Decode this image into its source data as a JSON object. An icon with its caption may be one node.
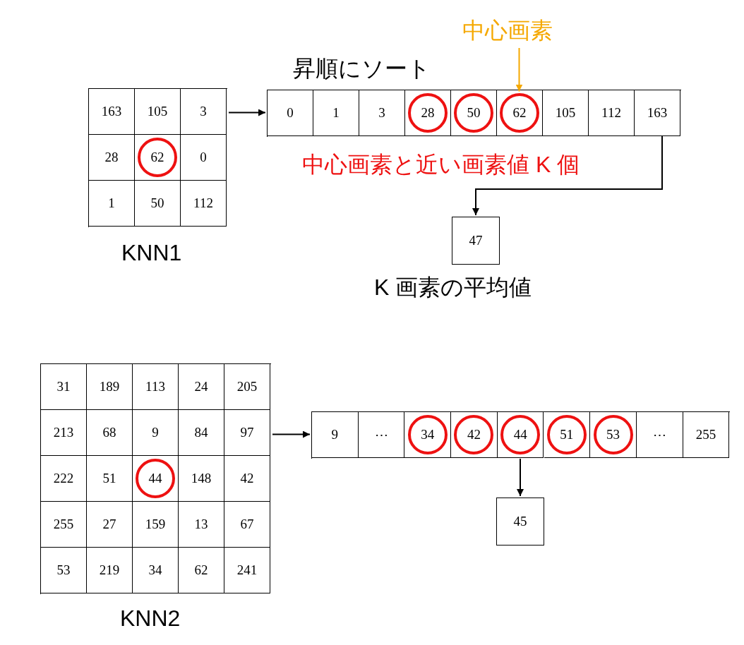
{
  "diagram": {
    "nodes": [
      {
        "text": [
          "中心画素"
        ]
      },
      {
        "text": [],
        "shape": "box",
        "beside": [
          "KNN1"
        ]
      },
      {
        "text": [
          "163"
        ],
        "in": 1
      },
      {
        "text": [
          "105"
        ],
        "in": 1
      },
      {
        "text": [
          "3"
        ],
        "in": 1
      },
      {
        "text": [
          "28"
        ],
        "in": 1
      },
      {
        "text": [],
        "shape": "box",
        "in": 1
      },
      {
        "text": [
          "62"
        ],
        "in": 6
      },
      {
        "text": [
          "0"
        ],
        "in": 1
      },
      {
        "text": [
          "1"
        ],
        "in": 1
      },
      {
        "text": [
          "50"
        ],
        "in": 1
      },
      {
        "text": [
          "112"
        ],
        "in": 1
      },
      {
        "text": [],
        "shape": "box",
        "beside": [
          "昇順にソート"
        ]
      },
      {
        "text": [
          "0"
        ],
        "in": 12
      },
      {
        "text": [
          "1"
        ],
        "in": 12
      },
      {
        "text": [
          "3"
        ],
        "in": 12
      },
      {
        "text": [],
        "shape": "box",
        "in": 12
      },
      {
        "text": [
          "28"
        ],
        "in": 16
      },
      {
        "text": [],
        "shape": "box",
        "in": 12
      },
      {
        "text": [
          "50"
        ],
        "in": 18
      },
      {
        "text": [],
        "shape": "box",
        "in": 12
      },
      {
        "text": [
          "62"
        ],
        "in": 20
      },
      {
        "text": [
          "105"
        ],
        "in": 12
      },
      {
        "text": [
          "112"
        ],
        "in": 12
      },
      {
        "text": [
          "163"
        ],
        "in": 12
      },
      {
        "text": [
          "47"
        ],
        "beside": [
          "K 画素の平均値"
        ]
      },
      {
        "text": [],
        "shape": "box",
        "beside": [
          "KNN2"
        ]
      },
      {
        "text": [
          "31"
        ],
        "in": 26
      },
      {
        "text": [
          "189"
        ],
        "in": 26
      },
      {
        "text": [
          "113"
        ],
        "in": 26
      },
      {
        "text": [
          "24"
        ],
        "in": 26
      },
      {
        "text": [
          "205"
        ],
        "in": 26
      },
      {
        "text": [
          "213"
        ],
        "in": 26
      },
      {
        "text": [
          "68"
        ],
        "in": 26
      },
      {
        "text": [
          "9"
        ],
        "in": 26
      },
      {
        "text": [
          "84"
        ],
        "in": 26
      },
      {
        "text": [
          "97"
        ],
        "in": 26
      },
      {
        "text": [
          "222"
        ],
        "in": 26
      },
      {
        "text": [
          "51"
        ],
        "in": 26
      },
      {
        "text": [],
        "shape": "box",
        "in": 26
      },
      {
        "text": [
          "44"
        ],
        "in": 39
      },
      {
        "text": [
          "148"
        ],
        "in": 26
      },
      {
        "text": [
          "42"
        ],
        "in": 26
      },
      {
        "text": [
          "255"
        ],
        "in": 26
      },
      {
        "text": [
          "27"
        ],
        "in": 26
      },
      {
        "text": [
          "159"
        ],
        "in": 26
      },
      {
        "text": [
          "13"
        ],
        "in": 26
      },
      {
        "text": [
          "67"
        ],
        "in": 26
      },
      {
        "text": [
          "53"
        ],
        "in": 26
      },
      {
        "text": [
          "219"
        ],
        "in": 26
      },
      {
        "text": [
          "34"
        ],
        "in": 26
      },
      {
        "text": [
          "62"
        ],
        "in": 26
      },
      {
        "text": [
          "241"
        ],
        "in": 26
      },
      {
        "text": [],
        "shape": "box"
      },
      {
        "text": [
          "9"
        ],
        "in": 53
      },
      {
        "text": [
          "⋯"
        ],
        "in": 53
      },
      {
        "text": [],
        "shape": "box",
        "in": 53
      },
      {
        "text": [
          "34"
        ],
        "in": 56
      },
      {
        "text": [],
        "shape": "box",
        "in": 53
      },
      {
        "text": [
          "42"
        ],
        "in": 58
      },
      {
        "text": [],
        "shape": "box",
        "in": 53
      },
      {
        "text": [
          "44"
        ],
        "in": 60
      },
      {
        "text": [],
        "shape": "box",
        "in": 53
      },
      {
        "text": [
          "51"
        ],
        "in": 62
      },
      {
        "text": [],
        "shape": "box",
        "in": 53
      },
      {
        "text": [
          "53"
        ],
        "in": 64
      },
      {
        "text": [
          "⋯"
        ],
        "in": 53
      },
      {
        "text": [
          "255"
        ],
        "in": 53
      },
      {
        "text": [
          "45"
        ]
      }
    ],
    "edges": [
      {
        "from": 1,
        "to": 12,
        "arrow": "to"
      },
      {
        "from": 0,
        "to": 21,
        "arrow": "to",
        "color": "#f5a800"
      },
      {
        "from": 12,
        "to": 25,
        "arrow": "to"
      },
      {
        "from": 26,
        "to": 53,
        "arrow": "to"
      },
      {
        "from": 53,
        "to": 68,
        "arrow": "to"
      }
    ],
    "labels": [
      "中心画素と近い画素値 K 個"
    ]
  }
}
